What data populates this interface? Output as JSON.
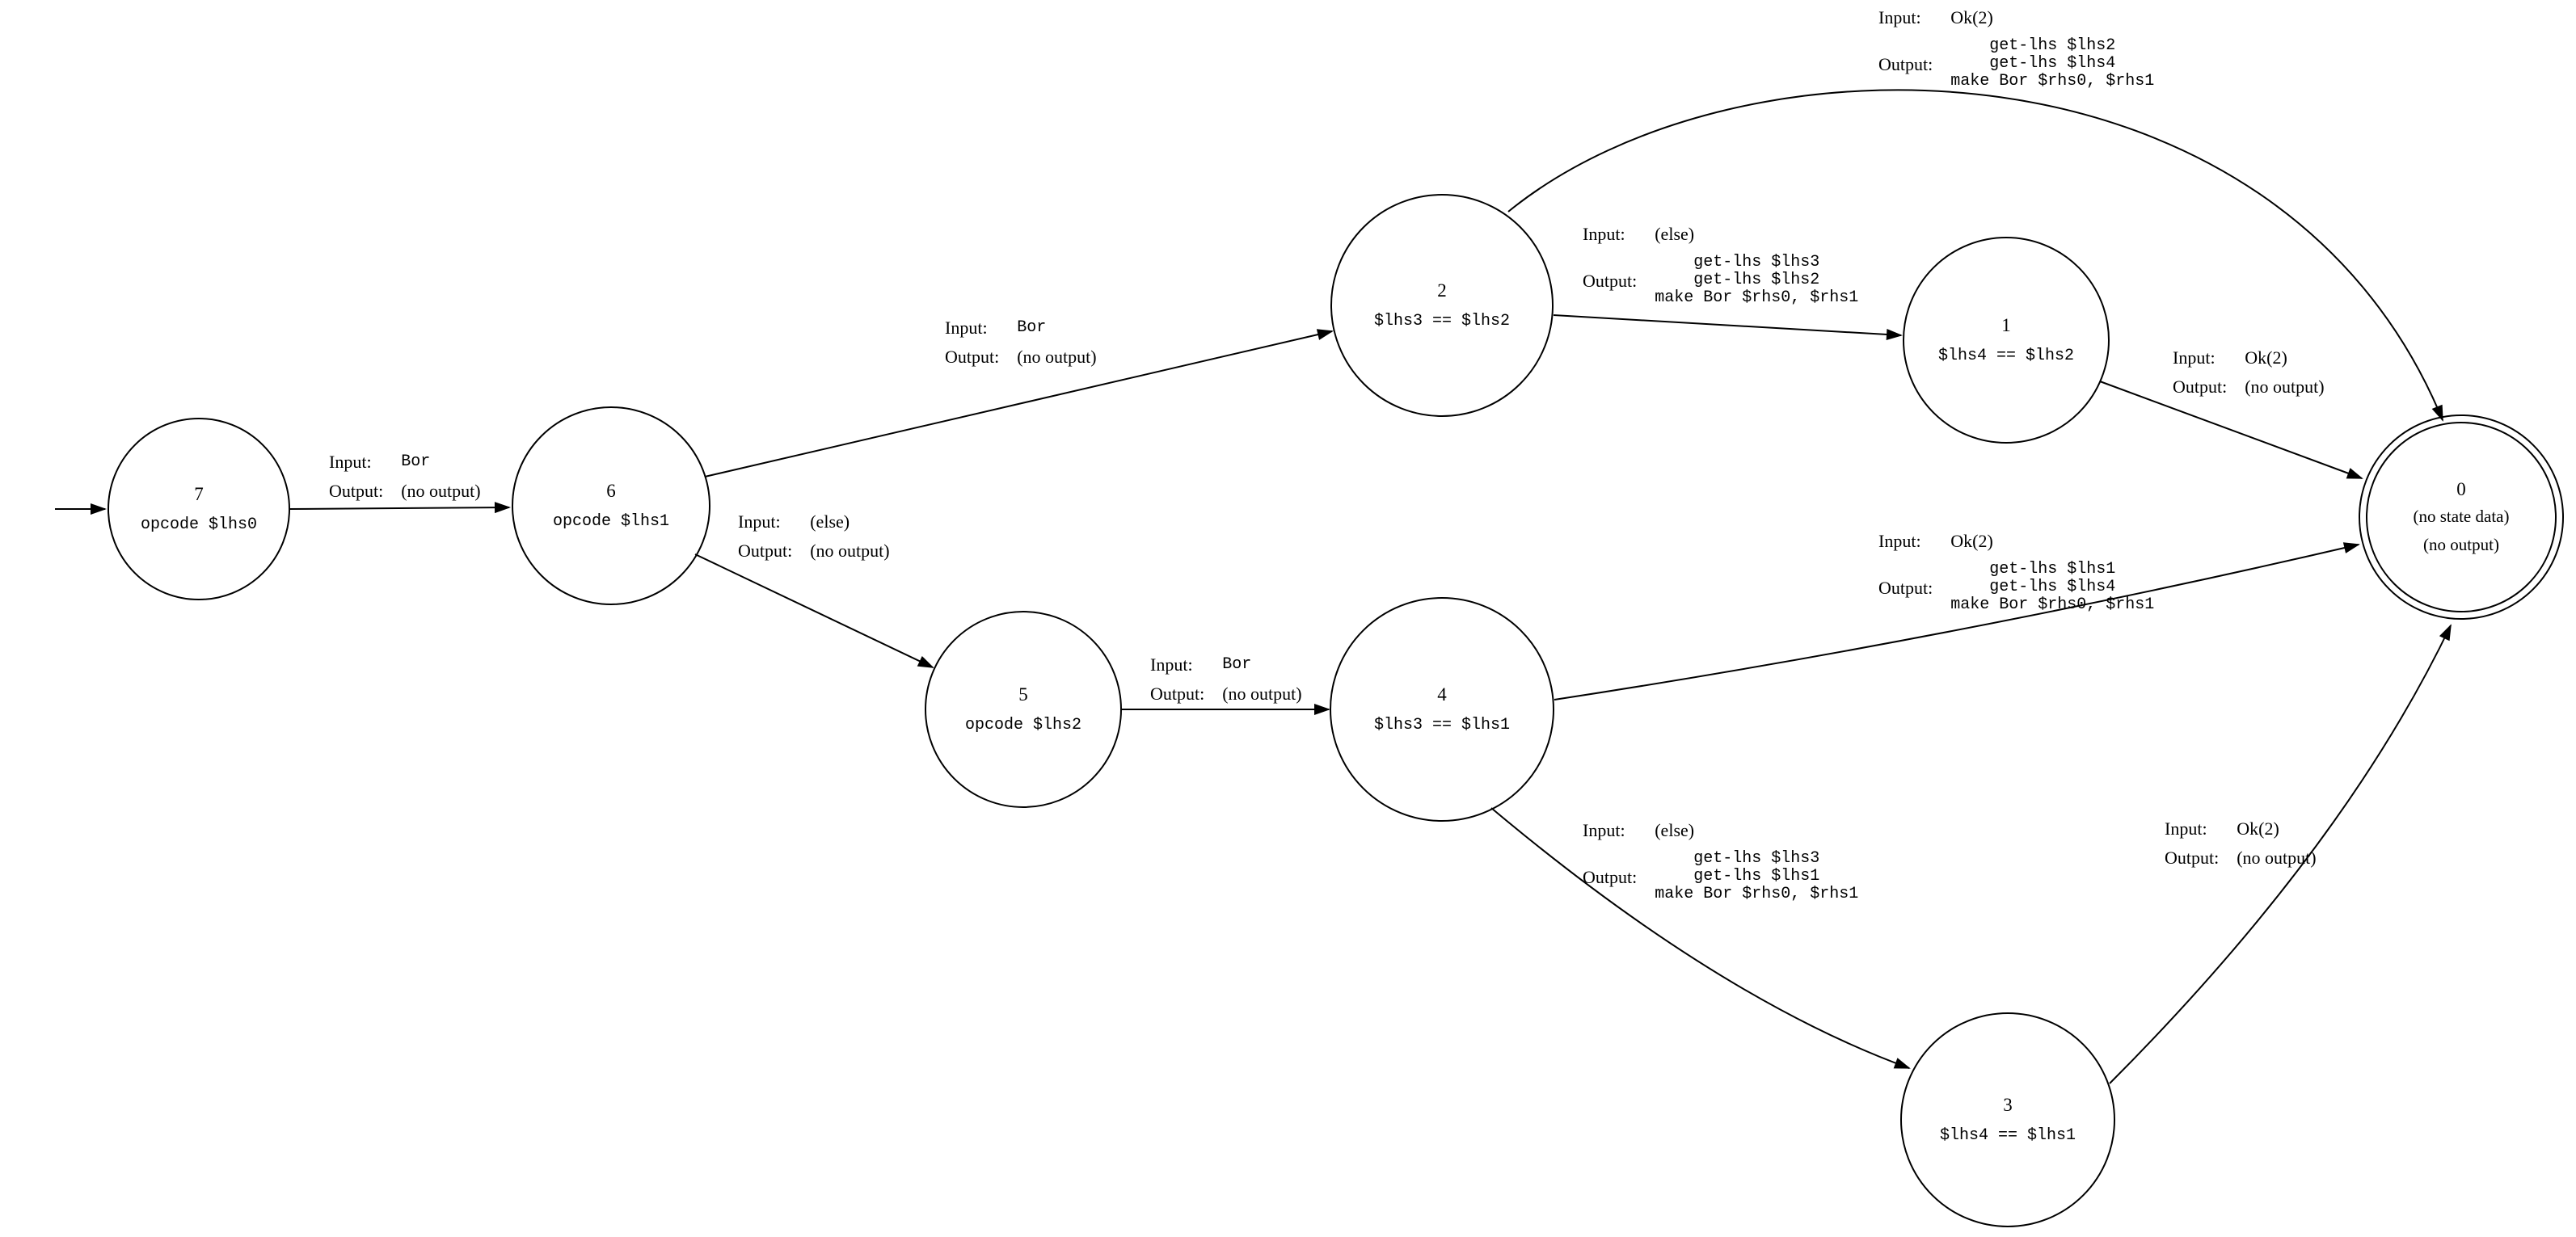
{
  "legend": {
    "input_key": "Input:",
    "output_key": "Output:"
  },
  "states": {
    "s7": {
      "id": "7",
      "data": "opcode $lhs0"
    },
    "s6": {
      "id": "6",
      "data": "opcode $lhs1"
    },
    "s5": {
      "id": "5",
      "data": "opcode $lhs2"
    },
    "s2": {
      "id": "2",
      "data": "$lhs3 == $lhs2"
    },
    "s4": {
      "id": "4",
      "data": "$lhs3 == $lhs1"
    },
    "s1": {
      "id": "1",
      "data": "$lhs4 == $lhs2"
    },
    "s3": {
      "id": "3",
      "data": "$lhs4 == $lhs1"
    },
    "s0": {
      "id": "0",
      "data": "(no state data)",
      "output": "(no output)"
    }
  },
  "edges": {
    "e_7_6": {
      "from": "7",
      "to": "6",
      "input": "Bor",
      "output": "(no output)"
    },
    "e_6_2": {
      "from": "6",
      "to": "2",
      "input": "Bor",
      "output": "(no output)"
    },
    "e_6_5": {
      "from": "6",
      "to": "5",
      "input": "(else)",
      "output": "(no output)"
    },
    "e_5_4": {
      "from": "5",
      "to": "4",
      "input": "Bor",
      "output": "(no output)"
    },
    "e_2_0": {
      "from": "2",
      "to": "0",
      "input": "Ok(2)",
      "output_lines": [
        "get-lhs $lhs2",
        "get-lhs $lhs4",
        "make Bor $rhs0, $rhs1"
      ]
    },
    "e_2_1": {
      "from": "2",
      "to": "1",
      "input": "(else)",
      "output_lines": [
        "get-lhs $lhs3",
        "get-lhs $lhs2",
        "make Bor $rhs0, $rhs1"
      ]
    },
    "e_1_0": {
      "from": "1",
      "to": "0",
      "input": "Ok(2)",
      "output": "(no output)"
    },
    "e_4_0": {
      "from": "4",
      "to": "0",
      "input": "Ok(2)",
      "output_lines": [
        "get-lhs $lhs1",
        "get-lhs $lhs4",
        "make Bor $rhs0, $rhs1"
      ]
    },
    "e_4_3": {
      "from": "4",
      "to": "3",
      "input": "(else)",
      "output_lines": [
        "get-lhs $lhs3",
        "get-lhs $lhs1",
        "make Bor $rhs0, $rhs1"
      ]
    },
    "e_3_0": {
      "from": "3",
      "to": "0",
      "input": "Ok(2)",
      "output": "(no output)"
    }
  }
}
